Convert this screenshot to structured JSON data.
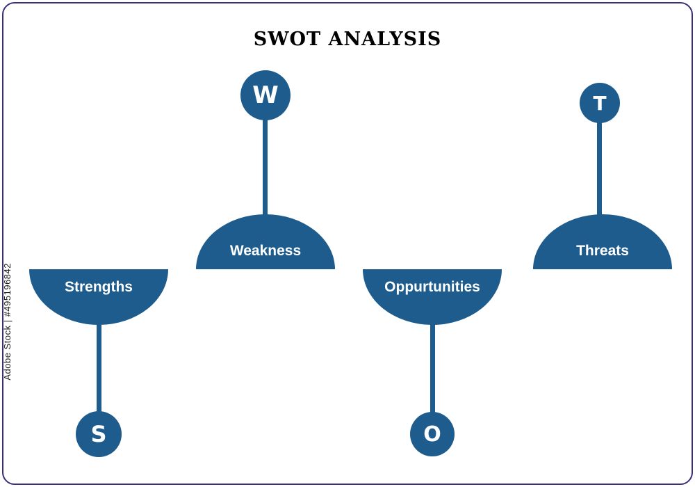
{
  "title": "SWOT ANALYSIS",
  "watermark": "Adobe Stock | #495196842",
  "colors": {
    "primary_blue": "#1d5c8d",
    "frame_border": "#3b2e74",
    "background": "#ffffff",
    "label_text": "#ffffff",
    "title_text": "#000000"
  },
  "items": [
    {
      "id": "strengths",
      "label": "Strengths",
      "letter": "S",
      "shape": "bowl",
      "node_position": "bottom"
    },
    {
      "id": "weakness",
      "label": "Weakness",
      "letter": "W",
      "shape": "dome",
      "node_position": "top"
    },
    {
      "id": "oppurtunities",
      "label": "Oppurtunities",
      "letter": "O",
      "shape": "bowl",
      "node_position": "bottom"
    },
    {
      "id": "threats",
      "label": "Threats",
      "letter": "T",
      "shape": "dome",
      "node_position": "top"
    }
  ]
}
